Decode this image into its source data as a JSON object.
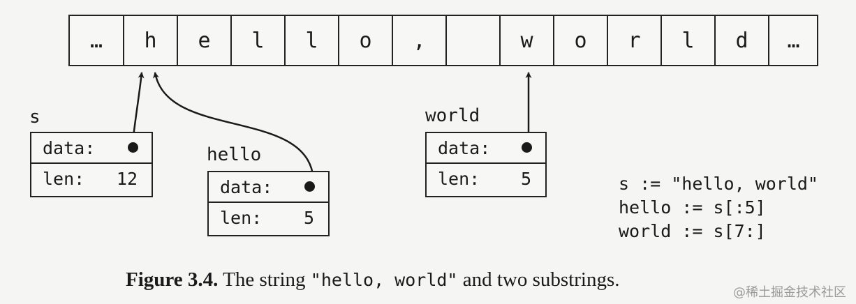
{
  "bytes": [
    "…",
    "h",
    "e",
    "l",
    "l",
    "o",
    ",",
    " ",
    "w",
    "o",
    "r",
    "l",
    "d",
    "…"
  ],
  "headers": {
    "s": {
      "name": "s",
      "data_label": "data:",
      "len_label": "len:",
      "len": "12"
    },
    "hello": {
      "name": "hello",
      "data_label": "data:",
      "len_label": "len:",
      "len": "5"
    },
    "world": {
      "name": "world",
      "data_label": "data:",
      "len_label": "len:",
      "len": "5"
    }
  },
  "code": [
    "s := \"hello, world\"",
    "hello := s[:5]",
    "world := s[7:]"
  ],
  "caption": {
    "figure": "Figure 3.4.",
    "text_before": "The string ",
    "literal": "\"hello, world\"",
    "text_after": " and two substrings."
  },
  "watermark": "@稀土掘金技术社区"
}
